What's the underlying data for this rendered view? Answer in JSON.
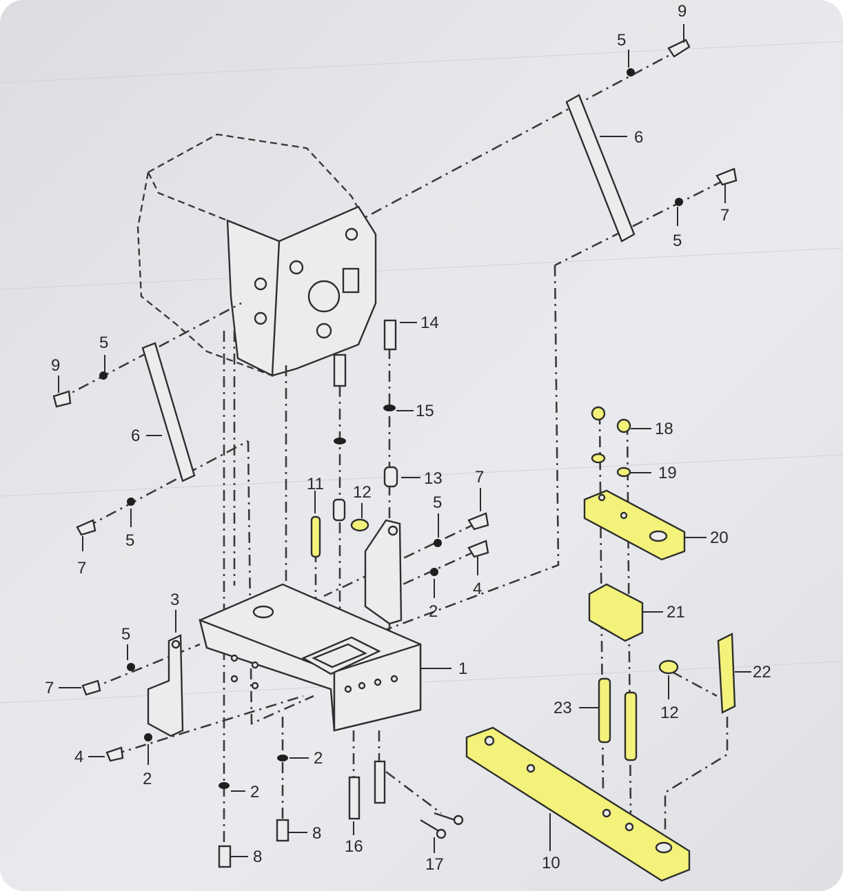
{
  "diagram": {
    "callouts": [
      {
        "id": "c9a",
        "text": "9"
      },
      {
        "id": "c5a",
        "text": "5"
      },
      {
        "id": "c6a",
        "text": "6"
      },
      {
        "id": "c7a",
        "text": "7"
      },
      {
        "id": "c5b",
        "text": "5"
      },
      {
        "id": "c14",
        "text": "14"
      },
      {
        "id": "c5c",
        "text": "5"
      },
      {
        "id": "c9b",
        "text": "9"
      },
      {
        "id": "c15",
        "text": "15"
      },
      {
        "id": "c6b",
        "text": "6"
      },
      {
        "id": "c13",
        "text": "13"
      },
      {
        "id": "c7b",
        "text": "7"
      },
      {
        "id": "c11",
        "text": "11"
      },
      {
        "id": "c12a",
        "text": "12"
      },
      {
        "id": "c5d",
        "text": "5"
      },
      {
        "id": "c7c",
        "text": "7"
      },
      {
        "id": "c5e",
        "text": "5"
      },
      {
        "id": "c4a",
        "text": "4"
      },
      {
        "id": "c2a",
        "text": "2"
      },
      {
        "id": "c18",
        "text": "18"
      },
      {
        "id": "c19",
        "text": "19"
      },
      {
        "id": "c20",
        "text": "20"
      },
      {
        "id": "c21",
        "text": "21"
      },
      {
        "id": "c3",
        "text": "3"
      },
      {
        "id": "c5f",
        "text": "5"
      },
      {
        "id": "c1",
        "text": "1"
      },
      {
        "id": "c7d",
        "text": "7"
      },
      {
        "id": "c22",
        "text": "22"
      },
      {
        "id": "c23",
        "text": "23"
      },
      {
        "id": "c12b",
        "text": "12"
      },
      {
        "id": "c4b",
        "text": "4"
      },
      {
        "id": "c2b",
        "text": "2"
      },
      {
        "id": "c2c",
        "text": "2"
      },
      {
        "id": "c2d",
        "text": "2"
      },
      {
        "id": "c8a",
        "text": "8"
      },
      {
        "id": "c16",
        "text": "16"
      },
      {
        "id": "c17",
        "text": "17"
      },
      {
        "id": "c10",
        "text": "10"
      },
      {
        "id": "c8b",
        "text": "8"
      }
    ]
  },
  "colors": {
    "highlight": "#f3f27a",
    "ink": "#2e2e2e",
    "paper": "#e6e7ea"
  }
}
